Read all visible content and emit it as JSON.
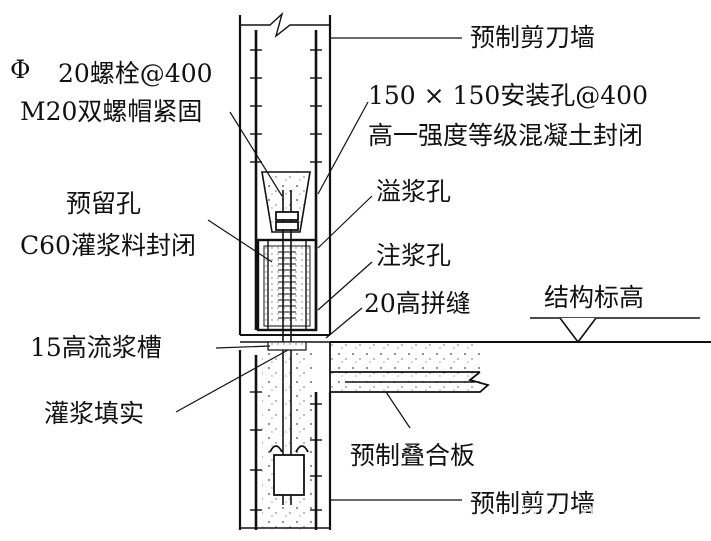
{
  "labels": {
    "precast_wall_top": "预制剪刀墙",
    "bolt_symbol": "Φ",
    "bolt_spec": "20螺栓@400",
    "double_nut": "M20双螺帽紧固",
    "install_hole": "150 × 150安装孔@400",
    "install_hole_seal": "高一强度等级混凝土封闭",
    "reserved_hole": "预留孔",
    "grout_seal": "C60灌浆料封闭",
    "overflow_hole": "溢浆孔",
    "grout_hole": "注浆孔",
    "joint_20": "20高拼缝",
    "structure_level": "结构标高",
    "flow_groove": "15高流浆槽",
    "grout_fill": "灌浆填实",
    "composite_slab": "预制叠合板",
    "precast_wall_bottom": "预制剪刀墙"
  },
  "watermark": "知乎 @装配式建筑",
  "colors": {
    "line": "#111111",
    "background": "#ffffff"
  }
}
